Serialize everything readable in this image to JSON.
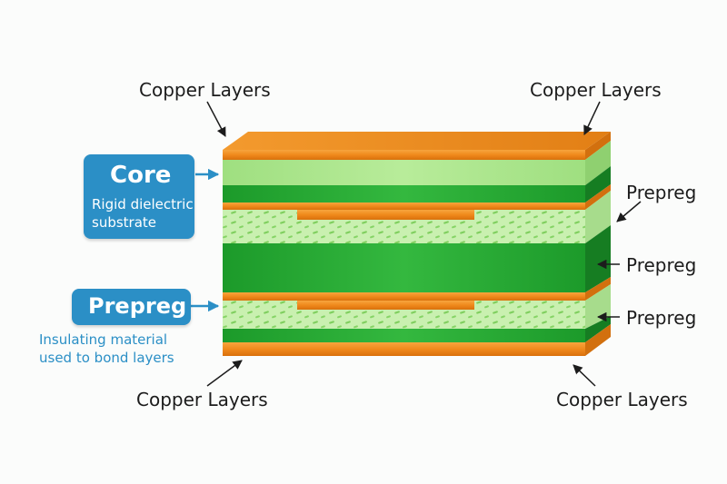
{
  "labels": {
    "copper_top_left": "Copper Layers",
    "copper_top_right": "Copper Layers",
    "copper_bottom_left": "Copper Layers",
    "copper_bottom_right": "Copper Layers",
    "prepreg_right_1": "Prepreg",
    "prepreg_right_2": "Prepreg",
    "prepreg_right_3": "Prepreg"
  },
  "callouts": {
    "core": {
      "title": "Core",
      "line1": "Rigid dielectric",
      "line2": "substrate"
    },
    "prepreg": {
      "title": "Prepreg",
      "line1": "Insulating material",
      "line2": "used to bond layers"
    }
  },
  "colors": {
    "copper": "#f08a1c",
    "copper_dark": "#c8680a",
    "core_light": "#a9e58a",
    "core_dark": "#1e9e2c",
    "prepreg_light": "#c9f0b0",
    "callout_blue": "#2b8fc6",
    "text": "#1c1c1c"
  }
}
